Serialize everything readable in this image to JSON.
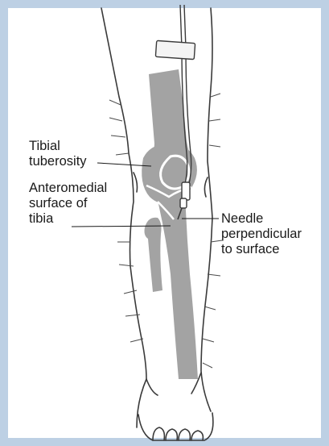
{
  "labels": {
    "tibial_tuberosity": [
      "Tibial",
      "tuberosity"
    ],
    "anteromedial_surface": [
      "Anteromedial",
      "surface of",
      "tibia"
    ],
    "needle": [
      "Needle",
      "perpendicular",
      "to surface"
    ]
  },
  "colors": {
    "frame_border": "#bdd0e4",
    "bone_fill": "#a3a3a3",
    "outline": "#3a3a3a",
    "tape": "#f4f4f4"
  }
}
